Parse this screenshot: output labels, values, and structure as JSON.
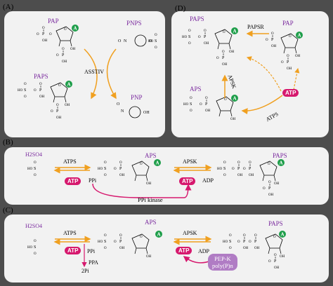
{
  "panels": {
    "a": {
      "label": "(A)",
      "pap": "PAP",
      "pnps": "PNPS",
      "paps": "PAPS",
      "pnp": "PNP",
      "enzyme": "ASSTIV"
    },
    "d": {
      "label": "(D)",
      "paps": "PAPS",
      "papsr": "PAPSR",
      "pap": "PAP",
      "aps": "APS",
      "apsk": "APSK",
      "atps": "ATPS",
      "atp": "ATP"
    },
    "b": {
      "label": "(B)",
      "h2so4": "H2SO4",
      "atps": "ATPS",
      "aps": "APS",
      "apsk": "APSK",
      "paps": "PAPS",
      "atp": "ATP",
      "ppi": "PPi",
      "adp": "ADP",
      "ppi_kinase": "PPi kinase"
    },
    "c": {
      "label": "(C)",
      "h2so4": "H2SO4",
      "atps": "ATPS",
      "aps": "APS",
      "apsk": "APSK",
      "paps": "PAPS",
      "atp": "ATP",
      "ppi": "PPi",
      "ppa": "PPA",
      "two_pi": "2Pi",
      "adp": "ADP",
      "pepk": "PEP-K",
      "polyp": "poly(P)n"
    }
  },
  "colors": {
    "orange": "#f0a020",
    "magenta": "#d6196e",
    "green": "#1e9e4a",
    "purple": "#7a2a9e",
    "panel_bg": "#f2f2f2"
  }
}
